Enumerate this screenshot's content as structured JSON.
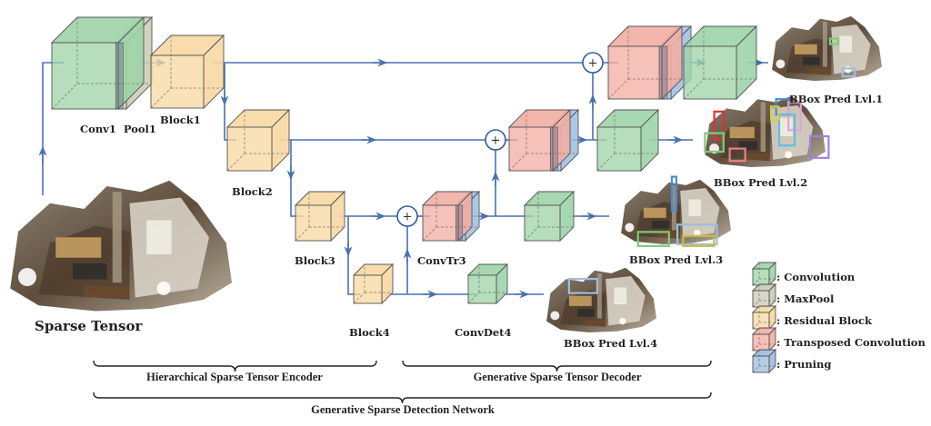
{
  "figure": {
    "title": "Generative Sparse Detection Network",
    "input_label": "Sparse Tensor",
    "nodes": [
      {
        "id": "conv1",
        "label": "Conv1  Pool1",
        "types": [
          "convolution",
          "maxpool"
        ]
      },
      {
        "id": "block1",
        "label": "Block1",
        "types": [
          "residual"
        ]
      },
      {
        "id": "block2",
        "label": "Block2",
        "types": [
          "residual"
        ]
      },
      {
        "id": "block3",
        "label": "Block3",
        "types": [
          "residual"
        ]
      },
      {
        "id": "block4",
        "label": "Block4",
        "types": [
          "residual"
        ]
      },
      {
        "id": "convtr3",
        "label": "ConvTr3",
        "types": [
          "transposed",
          "pruning"
        ]
      },
      {
        "id": "convdet4",
        "label": "ConvDet4",
        "types": [
          "convolution"
        ]
      },
      {
        "id": "convtr2",
        "label": "",
        "types": [
          "transposed",
          "pruning"
        ]
      },
      {
        "id": "convtr1",
        "label": "",
        "types": [
          "transposed",
          "pruning"
        ]
      },
      {
        "id": "convdet3",
        "label": "",
        "types": [
          "convolution"
        ]
      },
      {
        "id": "convdet2",
        "label": "",
        "types": [
          "convolution"
        ]
      },
      {
        "id": "convdet1",
        "label": "",
        "types": [
          "convolution"
        ]
      }
    ],
    "outputs": [
      {
        "id": "pred1",
        "label": "BBox Pred Lvl.1"
      },
      {
        "id": "pred2",
        "label": "BBox Pred Lvl.2"
      },
      {
        "id": "pred3",
        "label": "BBox Pred Lvl.3"
      },
      {
        "id": "pred4",
        "label": "BBox Pred Lvl.4"
      }
    ],
    "sum_symbol": "+",
    "braces": {
      "encoder": "Hierarchical Sparse Tensor Encoder",
      "decoder": "Generative Sparse Tensor Decoder",
      "network": "Generative Sparse Detection Network"
    },
    "legend": [
      {
        "key": "convolution",
        "label": ": Convolution",
        "color": "#9fd4a8"
      },
      {
        "key": "maxpool",
        "label": ": MaxPool",
        "color": "#c9cbb5"
      },
      {
        "key": "residual",
        "label": ": Residual Block",
        "color": "#f7d8a2"
      },
      {
        "key": "transposed",
        "label": ": Transposed Convolution",
        "color": "#f2aea4"
      },
      {
        "key": "pruning",
        "label": ": Pruning",
        "color": "#9ebde0"
      }
    ],
    "colors": {
      "edge": "#4a72b0",
      "convolution": "#9fd4a8",
      "maxpool": "#c9cbb5",
      "residual": "#f7d8a2",
      "transposed": "#f2aea4",
      "pruning": "#9ebde0"
    }
  }
}
